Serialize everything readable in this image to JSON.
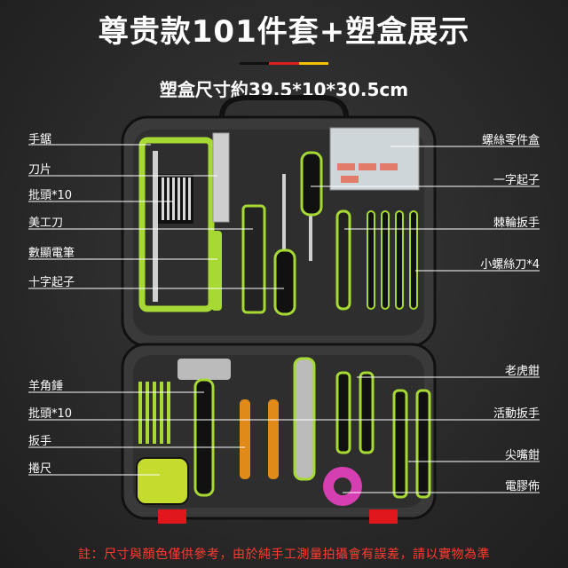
{
  "title": "尊贵款101件套+塑盒展示",
  "size_text": "塑盒尺寸約39.5*10*30.5cm",
  "flag_colors": [
    "#111111",
    "#dd1e1e",
    "#f2c200"
  ],
  "accent_color": "#a6d933",
  "left_labels": [
    "手鋸",
    "刀片",
    "批頭*10",
    "美工刀",
    "數顯電筆",
    "十字起子",
    "羊角錘",
    "批頭*10",
    "扳手",
    "捲尺"
  ],
  "right_labels": [
    "螺絲零件盒",
    "一字起子",
    "棘輪扳手",
    "小螺絲刀*4",
    "老虎鉗",
    "活動扳手",
    "尖嘴鉗",
    "電膠佈"
  ],
  "note": "註：尺寸與顏色僅供參考，由於純手工測量拍攝會有誤差，請以實物為準"
}
